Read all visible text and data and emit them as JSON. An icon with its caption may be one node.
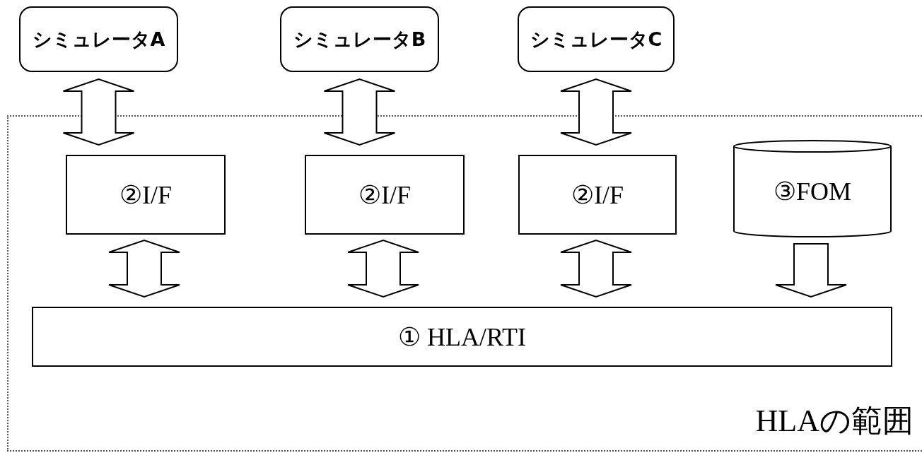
{
  "diagram": {
    "nodes": [
      {
        "text": [
          "シミュレータA"
        ]
      },
      {
        "text": [
          "シミュレータB"
        ]
      },
      {
        "text": [
          "シミュレータC"
        ]
      },
      {
        "text": [
          "HLAの範囲"
        ]
      },
      {
        "text": [
          "②I/F"
        ],
        "in": 3
      },
      {
        "text": [
          "②I/F"
        ],
        "in": 3
      },
      {
        "text": [
          "②I/F"
        ],
        "in": 3
      },
      {
        "text": [
          "③FOM"
        ],
        "in": 3
      },
      {
        "text": [
          "① HLA/RTI"
        ],
        "in": 3
      }
    ],
    "edges": [
      {
        "from": 0,
        "to": 4,
        "arrow": "both"
      },
      {
        "from": 1,
        "to": 5,
        "arrow": "both"
      },
      {
        "from": 2,
        "to": 6,
        "arrow": "both"
      },
      {
        "from": 4,
        "to": 8,
        "arrow": "both"
      },
      {
        "from": 5,
        "to": 8,
        "arrow": "both"
      },
      {
        "from": 6,
        "to": 8,
        "arrow": "both"
      },
      {
        "from": 7,
        "to": 8,
        "arrow": "to"
      }
    ]
  }
}
